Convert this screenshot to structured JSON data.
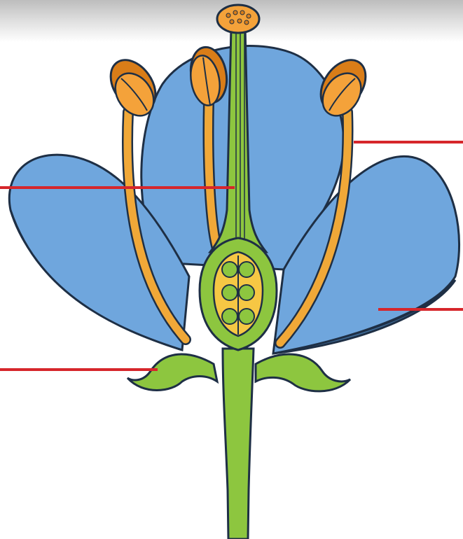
{
  "diagram": {
    "subject": "flower-cross-section",
    "colors": {
      "petal": "#6fa6dd",
      "petal_dark": "#3f6c98",
      "outline": "#1e2f45",
      "stamen_filament": "#f0a838",
      "anther": "#f4a23a",
      "anther_dark": "#d97d18",
      "pistil": "#8dc63f",
      "pistil_dark": "#3f7a1f",
      "ovary_chamber": "#f6c744",
      "stem": "#8dc63f",
      "label_line": "#d6262b"
    },
    "parts": [
      "petal",
      "stamen",
      "anther",
      "filament",
      "stigma",
      "style",
      "ovary",
      "ovule",
      "sepal",
      "receptacle",
      "stem"
    ],
    "label_lines": [
      {
        "name": "label-line-filament",
        "side": "right",
        "text": ""
      },
      {
        "name": "label-line-style",
        "side": "left",
        "text": ""
      },
      {
        "name": "label-line-petal",
        "side": "right",
        "text": ""
      },
      {
        "name": "label-line-sepal",
        "side": "left",
        "text": ""
      }
    ]
  }
}
